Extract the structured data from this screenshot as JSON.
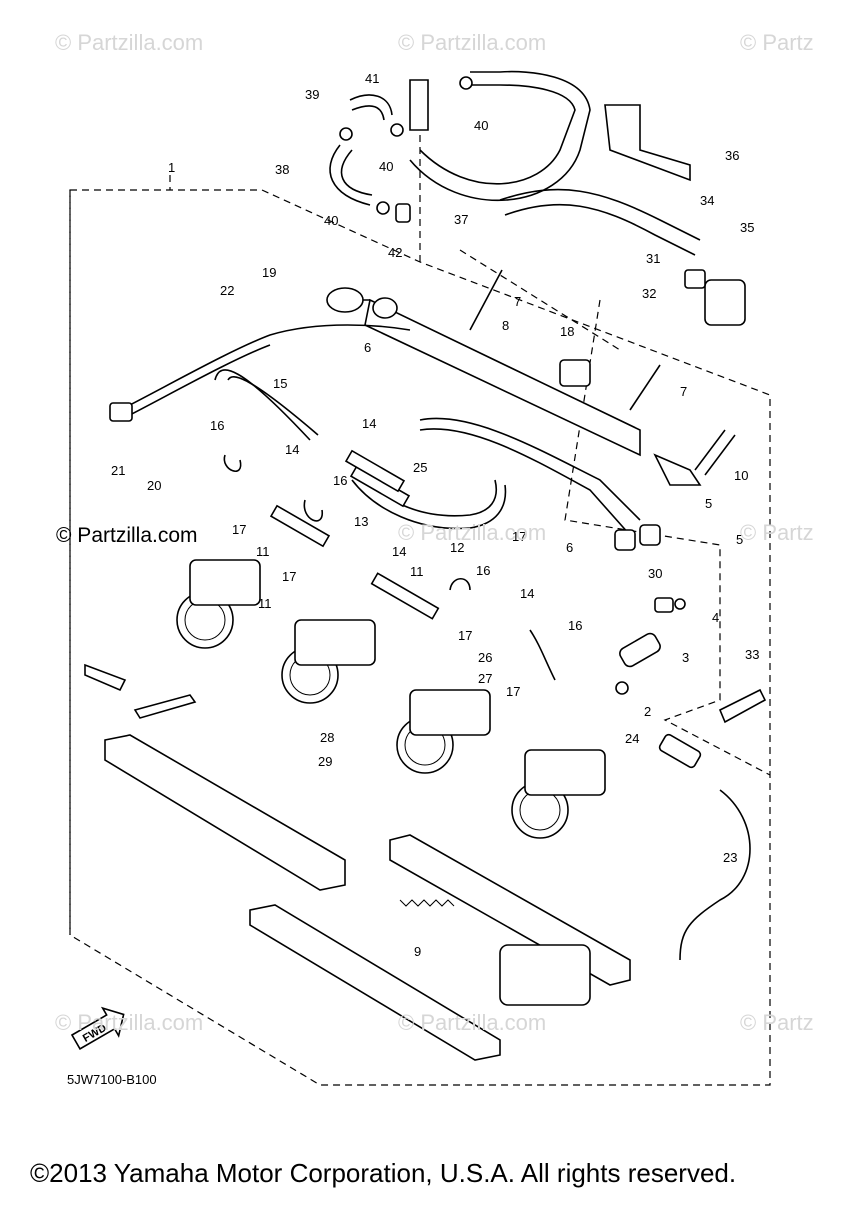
{
  "watermarks": {
    "top_left": "© Partzilla.com",
    "top_center": "© Partzilla.com",
    "top_right": "© Partz",
    "mid_left": "© Partzilla.com",
    "mid_center": "© Partzilla.com",
    "mid_right": "© Partz",
    "bottom_left": "© Partzilla.com",
    "bottom_center": "© Partzilla.com",
    "bottom_right": "© Partz"
  },
  "diagram_code": "5JW7100-B100",
  "fwd_label": "FWD",
  "copyright": "©2013 Yamaha Motor Corporation, U.S.A. All rights reserved.",
  "callouts": [
    "1",
    "2",
    "3",
    "4",
    "5",
    "5",
    "6",
    "6",
    "7",
    "7",
    "8",
    "9",
    "10",
    "11",
    "11",
    "11",
    "12",
    "13",
    "14",
    "14",
    "14",
    "14",
    "15",
    "16",
    "16",
    "16",
    "16",
    "17",
    "17",
    "17",
    "17",
    "17",
    "18",
    "19",
    "20",
    "21",
    "22",
    "23",
    "24",
    "25",
    "26",
    "27",
    "28",
    "29",
    "30",
    "31",
    "32",
    "33",
    "34",
    "35",
    "36",
    "37",
    "38",
    "39",
    "40",
    "40",
    "40",
    "41",
    "42"
  ]
}
